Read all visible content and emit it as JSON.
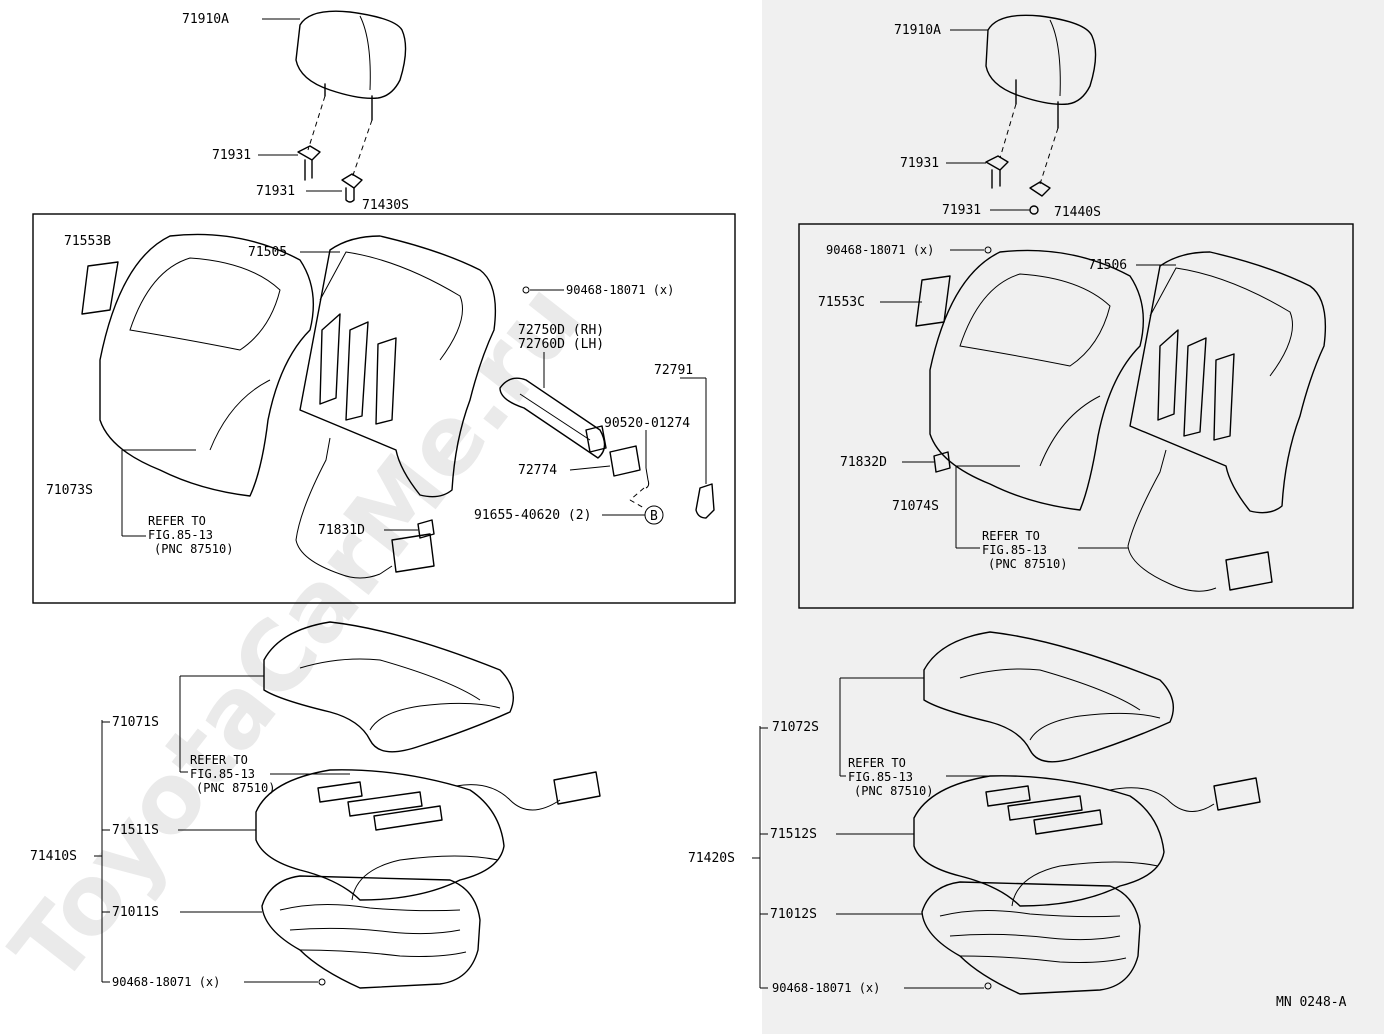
{
  "watermark": "ToyotaCarMe.ru",
  "footer_code": "MN 0248-A",
  "left": {
    "headrest": "71910A",
    "support_upper": "71931",
    "support_lower": "71931",
    "back_assy": "71430S",
    "pad_b": "71553B",
    "back_frame": "71505",
    "clip": "90468-18071 (x)",
    "lumbar_rh": "72750D (RH)",
    "lumbar_lh": "72760D (LH)",
    "knob": "72791",
    "screw": "90520-01274",
    "lever": "72774",
    "spring": "91655-40620 (2)",
    "b_mark": "B",
    "back_cover": "71073S",
    "refer_line1": "REFER TO",
    "refer_line2": "FIG.85-13",
    "refer_line3": "(PNC 87510)",
    "bracket": "71831D",
    "cushion_cover": "71071S",
    "cushion_refer1": "REFER TO",
    "cushion_refer2": "FIG.85-13",
    "cushion_refer3": "(PNC 87510)",
    "cushion_pad": "71511S",
    "cushion_assy": "71410S",
    "cushion_frame": "71011S",
    "cushion_clip": "90468-18071 (x)"
  },
  "right": {
    "headrest": "71910A",
    "support_upper": "71931",
    "support_lower": "71931",
    "back_assy": "71440S",
    "clip": "90468-18071 (x)",
    "back_frame": "71506",
    "pad_c": "71553C",
    "bracket": "71832D",
    "back_cover": "71074S",
    "refer_line1": "REFER TO",
    "refer_line2": "FIG.85-13",
    "refer_line3": "(PNC 87510)",
    "cushion_cover": "71072S",
    "cushion_refer1": "REFER TO",
    "cushion_refer2": "FIG.85-13",
    "cushion_refer3": "(PNC 87510)",
    "cushion_pad": "71512S",
    "cushion_assy": "71420S",
    "cushion_frame": "71012S",
    "cushion_clip": "90468-18071 (x)"
  }
}
